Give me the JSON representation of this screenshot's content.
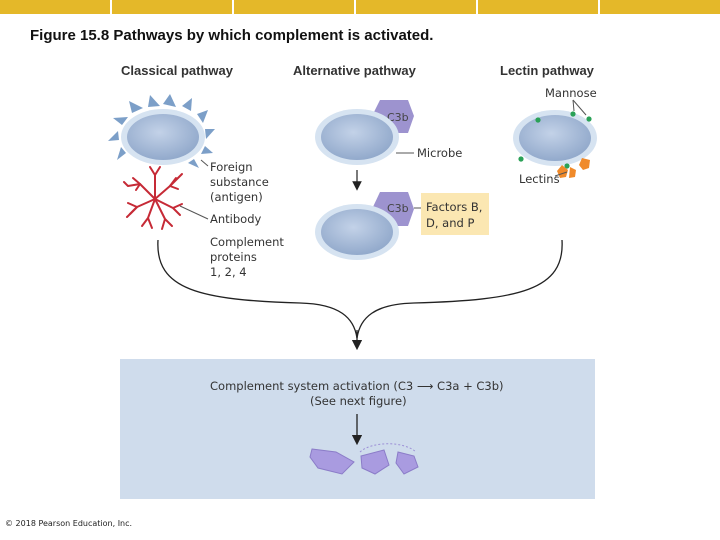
{
  "figure": {
    "title": "Figure 15.8  Pathways by which complement is activated.",
    "copyright": "© 2018 Pearson Education, Inc."
  },
  "colors": {
    "accent_bar": "#e4b829",
    "panel_bg": "#cfdcec",
    "cell_fill": "#a9bcd8",
    "cell_ring": "#d6e3f1",
    "c3b_fill": "#9d93cf",
    "factors_bg": "#fbe7b2",
    "antibody": "#c62a36",
    "spikes": "#7c9fc8",
    "mannose_dot": "#2aa157",
    "lectin": "#f08a2a"
  },
  "diagram": {
    "classical": {
      "header": "Classical pathway",
      "foreign_line1": "Foreign",
      "foreign_line2": "substance",
      "foreign_line3": "(antigen)",
      "antibody": "Antibody",
      "complement_line1": "Complement",
      "complement_line2": "proteins",
      "complement_line3": "1, 2, 4"
    },
    "alternative": {
      "header": "Alternative pathway",
      "c3b_top": "C3b",
      "microbe": "Microbe",
      "c3b_bottom": "C3b",
      "factors_line1": "Factors B,",
      "factors_line2": "D, and P"
    },
    "lectin": {
      "header": "Lectin pathway",
      "mannose": "Mannose",
      "lectins": "Lectins"
    },
    "activation": {
      "line1": "Complement system activation (C3 ⟶ C3a + C3b)",
      "line2": "(See next figure)"
    }
  }
}
